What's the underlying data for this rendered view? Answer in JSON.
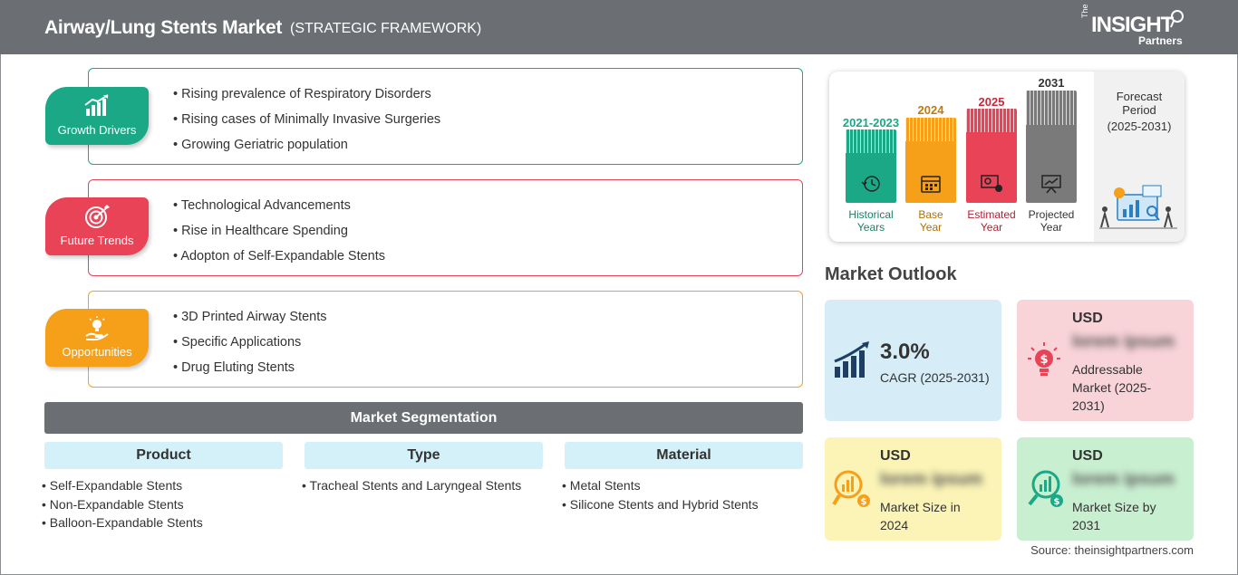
{
  "header": {
    "title": "Airway/Lung Stents Market",
    "subtitle": "(STRATEGIC FRAMEWORK)",
    "logo": {
      "prefix": "The",
      "main": "INSIGHT",
      "sub": "Partners"
    }
  },
  "framework": {
    "growth_drivers": {
      "label": "Growth Drivers",
      "color": "#1aa886",
      "items": [
        "Rising prevalence of Respiratory Disorders",
        "Rising cases of Minimally Invasive Surgeries",
        "Growing Geriatric population"
      ]
    },
    "future_trends": {
      "label": "Future Trends",
      "color": "#e84357",
      "items": [
        "Technological Advancements",
        "Rise in Healthcare Spending",
        "Adopton of Self-Expandable Stents"
      ]
    },
    "opportunities": {
      "label": "Opportunities",
      "color": "#f6a01a",
      "items": [
        "3D Printed Airway Stents",
        "Specific Applications",
        "Drug Eluting Stents"
      ]
    }
  },
  "segmentation": {
    "title": "Market Segmentation",
    "columns": [
      {
        "header": "Product",
        "items": [
          "Self-Expandable Stents",
          "Non-Expandable Stents",
          "Balloon-Expandable Stents"
        ]
      },
      {
        "header": "Type",
        "items": [
          "Tracheal Stents and Laryngeal Stents"
        ]
      },
      {
        "header": "Material",
        "items": [
          "Metal Stents",
          "Silicone Stents and Hybrid Stents"
        ]
      }
    ]
  },
  "timeline": {
    "historical": {
      "year": "2021-2023",
      "caption_1": "Historical",
      "caption_2": "Years",
      "color": "#1aa886"
    },
    "base": {
      "year": "2024",
      "caption_1": "Base",
      "caption_2": "Year",
      "color": "#f6a01a"
    },
    "estimated": {
      "year": "2025",
      "caption_1": "Estimated",
      "caption_2": "Year",
      "color": "#e84357"
    },
    "projected": {
      "year": "2031",
      "caption_1": "Projected",
      "caption_2": "Year",
      "color": "#7a7a7a"
    },
    "forecast_label_1": "Forecast",
    "forecast_label_2": "Period",
    "forecast_years": "(2025-2031)"
  },
  "outlook": {
    "title": "Market Outlook",
    "cagr": {
      "value": "3.0%",
      "label": "CAGR (2025-2031)",
      "bg": "#d6ecf7"
    },
    "addressable": {
      "currency": "USD",
      "value": "lorem ipsum",
      "label_1": "Addressable",
      "label_2": "Market (2025-",
      "label_3": "2031)",
      "bg": "#f8d3d8"
    },
    "size_2024": {
      "currency": "USD",
      "value": "lorem ipsum",
      "label_1": "Market Size in",
      "label_2": "2024",
      "bg": "#fbf4b6"
    },
    "size_2031": {
      "currency": "USD",
      "value": "lorem ipsum",
      "label_1": "Market Size by",
      "label_2": "2031",
      "bg": "#c9efd1"
    }
  },
  "source": "Source: theinsightpartners.com"
}
